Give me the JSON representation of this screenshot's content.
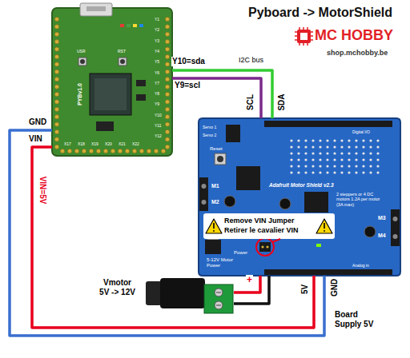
{
  "diagram": {
    "title": "Pyboard -> MotorShield",
    "nodes": [
      {
        "text": [
          "PYBv1.0"
        ]
      },
      {
        "text": [
          "Adafruit Motor Shield v2.3",
          "2 steppers or 4 DC motors 1.2A per motor (3A max)"
        ]
      },
      {
        "text": [
          "Vmotor 5V -> 12V"
        ]
      }
    ],
    "edges": [
      {
        "from": 0,
        "to": 1,
        "arrow": "none",
        "label": "Y10=sda"
      },
      {
        "from": 0,
        "to": 1,
        "arrow": "none",
        "label": "Y9=scl"
      },
      {
        "from": 0,
        "to": 1,
        "arrow": "none"
      },
      {
        "from": 0,
        "to": 1,
        "arrow": "none",
        "label": "VIN=5V"
      },
      {
        "from": 2,
        "to": 1,
        "arrow": "none",
        "label": "+"
      },
      {
        "from": 2,
        "to": 1,
        "arrow": "none"
      }
    ],
    "labels": [
      "MC HOBBY",
      "shop.mchobby.be",
      "I2C bus",
      "SCL",
      "SDA",
      "GND",
      "VIN",
      "Remove VIN Jumper",
      "Retirer le cavalier VIN",
      "5V",
      "GND",
      "Board Supply 5V",
      "USR",
      "RST",
      "Reset",
      "Power",
      "5-12V Motor Power",
      "M1",
      "M2",
      "M3",
      "M4",
      "Servo 1",
      "Servo 2",
      "Digital I/O",
      "Analog in",
      "Y1",
      "Y2",
      "Y3",
      "Y4",
      "Y5",
      "Y6",
      "Y7",
      "Y8",
      "Y9",
      "Y10",
      "Y11",
      "Y12",
      "X17",
      "X18",
      "X19",
      "X20",
      "X21",
      "X22"
    ]
  }
}
